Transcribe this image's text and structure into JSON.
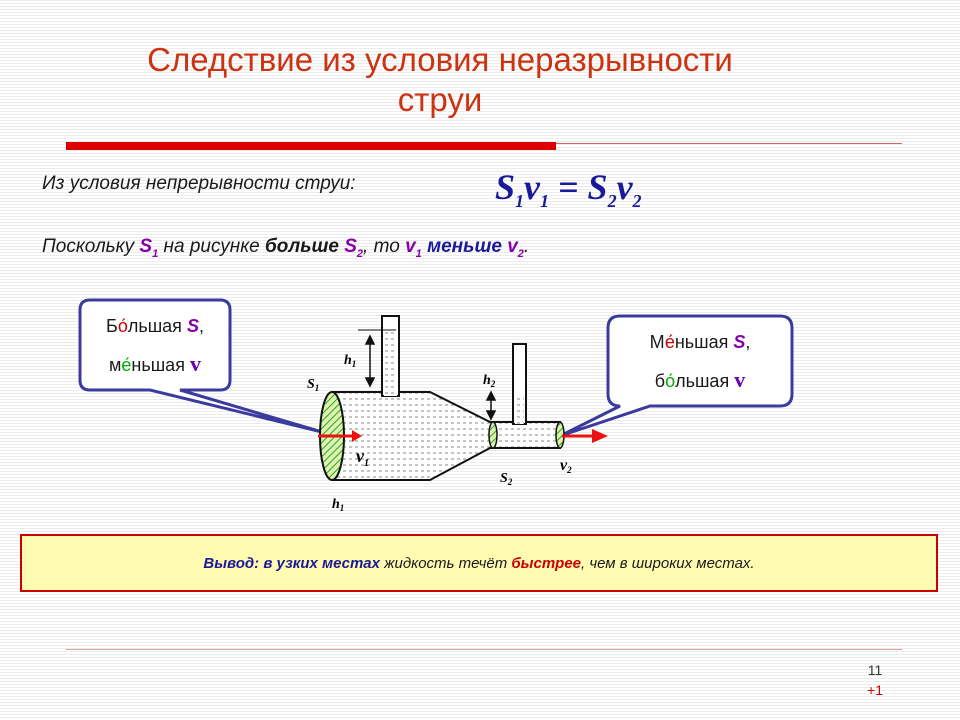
{
  "title": {
    "line1": "Следствие из условия неразрывности",
    "line2": "струи"
  },
  "intro": "Из условия непрерывности струи:",
  "formula": {
    "S": "S",
    "v": "v",
    "sub1": "1",
    "sub2": "2",
    "eq": "="
  },
  "statement": {
    "p1": "Поскольку ",
    "s1": "S",
    "s1_sub": "1",
    "p2": " на рисунке ",
    "bigger": "больше",
    "s2": "S",
    "s2_sub": "2",
    "p3": ", то ",
    "v1": "v",
    "v1_sub": "1",
    "smaller": "меньше",
    "v2": "v",
    "v2_sub": "2",
    "end": "."
  },
  "callout_left": {
    "w1_pre": "Б",
    "w1_acc": "о́",
    "w1_post": "льшая ",
    "w1_s": "S",
    "w1_comma": ",",
    "w2_pre": "м",
    "w2_acc": "е́",
    "w2_post": "ньшая ",
    "w2_v": "v"
  },
  "callout_right": {
    "w1_pre": "М",
    "w1_acc": "е́",
    "w1_post": "ньшая ",
    "w1_s": "S",
    "w1_comma": ",",
    "w2_pre": "б",
    "w2_acc": "о́",
    "w2_post": "льшая ",
    "w2_v": "v"
  },
  "diagram_labels": {
    "h1_top": "h",
    "h1_bottom": "h",
    "h2": "h",
    "S1": "S",
    "S2": "S",
    "v1": "v",
    "v2": "v",
    "sub1": "1",
    "sub2": "2"
  },
  "conclusion": {
    "label": "Вывод:",
    "narrow": " в узких местах",
    "middle": " жидкость течёт ",
    "faster": "быстрее",
    "end": ", чем в широких местах."
  },
  "page": {
    "number": "11",
    "sub": "+1"
  },
  "colors": {
    "title": "#cc3311",
    "accent_blue": "#1a1a99",
    "accent_purple": "#8800aa",
    "callout_border": "#3b3b9e",
    "conclusion_border": "#cc0000",
    "conclusion_bg": "#fffbb0",
    "arrow_red": "#ee1111",
    "hatch_green": "#22aa22"
  }
}
